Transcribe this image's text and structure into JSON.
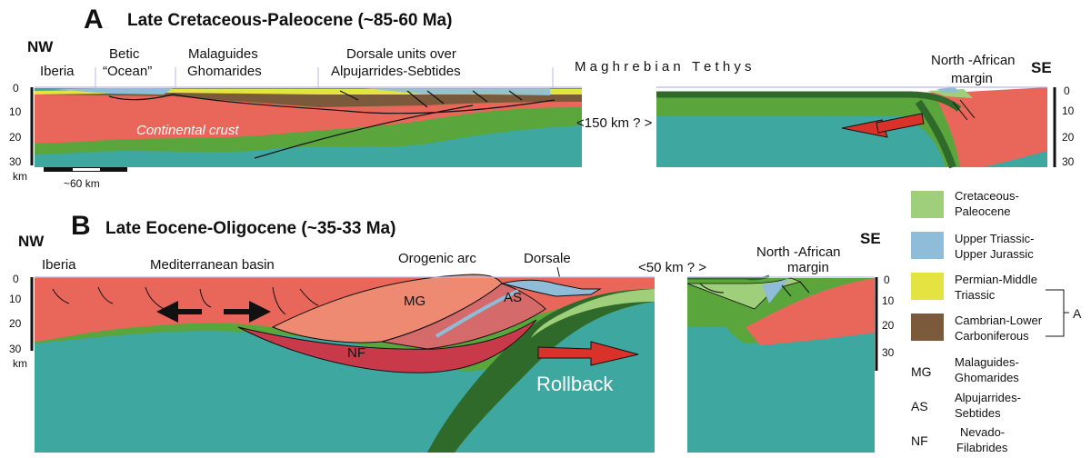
{
  "panel_a": {
    "letter": "A",
    "title": "Late Cretaceous-Paleocene (~85-60 Ma)",
    "nw": "NW",
    "se": "SE",
    "labels": {
      "iberia": "Iberia",
      "betic_1": "Betic",
      "betic_2": "“Ocean”",
      "malaguides_1": "Malaguides",
      "malaguides_2": "Ghomarides",
      "dorsale_1": "Dorsale units over",
      "dorsale_2": "Alpujarrides-Sebtides",
      "tethys": "M a g h r e b i a n   T e t h y s",
      "north_african_1": "North -African",
      "north_african_2": "margin",
      "continental_crust": "Continental crust",
      "gap": "<150 km ? >"
    },
    "scale_bar": "~60 km",
    "depth_ticks": [
      "0",
      "10",
      "20",
      "30"
    ],
    "depth_unit": "km"
  },
  "panel_b": {
    "letter": "B",
    "title": "Late Eocene-Oligocene (~35-33 Ma)",
    "nw": "NW",
    "se": "SE",
    "labels": {
      "iberia": "Iberia",
      "mediterranean": "Mediterranean basin",
      "orogenic_arc": "Orogenic arc",
      "dorsale": "Dorsale",
      "gap": "<50 km ? >",
      "north_african_1": "North -African",
      "north_african_2": "margin",
      "mg": "MG",
      "as": "AS",
      "nf": "NF",
      "rollback": "Rollback"
    },
    "depth_ticks": [
      "0",
      "10",
      "20",
      "30"
    ],
    "depth_unit": "km"
  },
  "legend": {
    "items": [
      {
        "line1": "Cretaceous-",
        "line2": "Paleocene",
        "color": "#9fcf7a"
      },
      {
        "line1": "Upper Triassic-",
        "line2": "Upper Jurassic",
        "color": "#8fbcd8"
      },
      {
        "line1": "Permian-Middle",
        "line2": "Triassic",
        "color": "#e3e342"
      },
      {
        "line1": "Cambrian-Lower",
        "line2": "Carboniferous",
        "color": "#7a5a3a"
      }
    ],
    "group_label": "A",
    "abbreviations": [
      {
        "abbr": "MG",
        "line1": "Malaguides-",
        "line2": "Ghomarides"
      },
      {
        "abbr": "AS",
        "line1": "Alpujarrides-",
        "line2": "Sebtides"
      },
      {
        "abbr": "NF",
        "line1": "Nevado-",
        "line2": "Filabrides"
      }
    ]
  },
  "colors": {
    "crust": "#e8675a",
    "mantle_lithosphere": "#5aa63c",
    "asthenosphere": "#3ea79f",
    "slab": "#2f6a2a",
    "mg": "#ee8a72",
    "as": "#d56a6a",
    "nf": "#c83a4a",
    "arrow": "#d9322a"
  }
}
